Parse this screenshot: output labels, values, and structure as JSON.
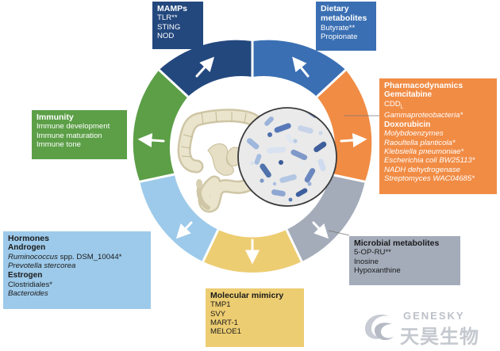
{
  "colors": {
    "mamps": "#23487e",
    "dietary": "#3a6fb3",
    "pharmaco": "#f18c45",
    "microbial": "#a4acba",
    "mimicry": "#edcd72",
    "hormones": "#9dcaea",
    "immunity": "#5c9f47",
    "hub_border": "#3b3b3b"
  },
  "boxes": {
    "mamps": {
      "title": "MAMPs",
      "items": [
        "TLR**",
        "STING",
        "NOD"
      ]
    },
    "dietary": {
      "title_1": "Dietary",
      "title_2": "metabolites",
      "items": [
        "Butyrate**",
        "Propionate"
      ]
    },
    "pharmaco": {
      "title": "Pharmacodynamics",
      "gemcitabine": "Gemcitabine",
      "cdd_prefix": "CDD",
      "cdd_sub": "L",
      "gammaproteo": "Gammaproteobacteria*",
      "doxorubicin": "Doxorubicin",
      "italic_items": [
        "Molybdoenzymes",
        "Raoultella planticola*",
        "Klebsiella pneumoniae*",
        "Escherichia coli BW25113*",
        "NADH dehydrogenase",
        "Streptomyces WAC04685*"
      ]
    },
    "microbial": {
      "title": "Microbial metabolites",
      "items": [
        "5-OP-RU**",
        "Inosine",
        "Hypoxanthine"
      ]
    },
    "mimicry": {
      "title": "Molecular mimicry",
      "items": [
        "TMP1",
        "SVY",
        "MART-1",
        "MELOE1"
      ]
    },
    "hormones": {
      "title": "Hormones",
      "androgen": "Androgen",
      "androgen_item_1": "Ruminococcus",
      "androgen_item_1b": " spp. DSM_10044*",
      "androgen_item_2": "Prevotella stercorea",
      "estrogen": "Estrogen",
      "estrogen_item_1": "Clostridiales*",
      "estrogen_item_2": "Bacteroides"
    },
    "immunity": {
      "title": "Immunity",
      "items": [
        "Immune development",
        "Immune maturation",
        "Immune tone"
      ]
    }
  },
  "watermark": {
    "brand_en": "GENESKY",
    "brand_cn": "天昊生物"
  }
}
